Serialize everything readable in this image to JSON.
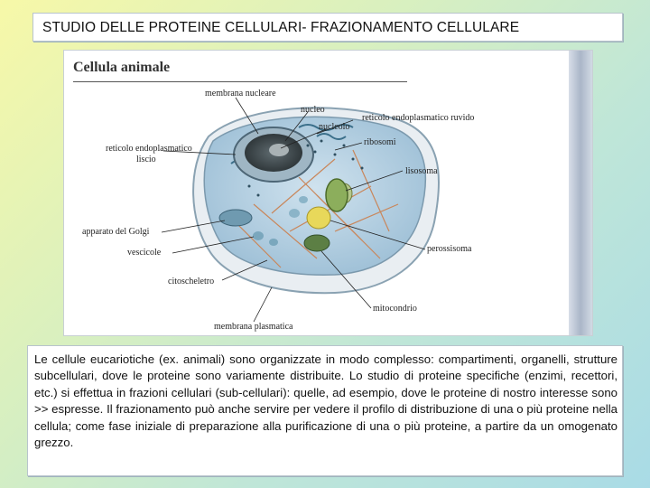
{
  "title": "STUDIO DELLE PROTEINE CELLULARI- FRAZIONAMENTO CELLULARE",
  "figure": {
    "heading": "Cellula animale",
    "labels": {
      "membrana_nucleare": "membrana nucleare",
      "nucleo": "nucleo",
      "nucleolo": "nucleolo",
      "reticolo_ruvido": "reticolo endoplasmatico ruvido",
      "reticolo_liscio_1": "reticolo endoplasmatico",
      "reticolo_liscio_2": "liscio",
      "ribosomi": "ribosomi",
      "lisosoma": "lisosoma",
      "golgi": "apparato del Golgi",
      "vescicole": "vescicole",
      "perossisoma": "perossisoma",
      "citoscheletro": "citoscheletro",
      "mitocondrio": "mitocondrio",
      "membrana_plasmatica": "membrana plasmatica"
    }
  },
  "description": "Le cellule eucariotiche (ex. animali) sono organizzate in modo complesso: compartimenti, organelli, strutture subcellulari, dove le proteine sono variamente distribuite. Lo studio di proteine specifiche (enzimi, recettori, etc.) si effettua in frazioni cellulari (sub-cellulari): quelle, ad esempio, dove le proteine di nostro interesse sono >> espresse. Il frazionamento può anche servire per vedere il profilo di distribuzione di una o più proteine nella cellula; come fase iniziale di preparazione alla purificazione di una o più proteine, a partire da un omogenato grezzo."
}
